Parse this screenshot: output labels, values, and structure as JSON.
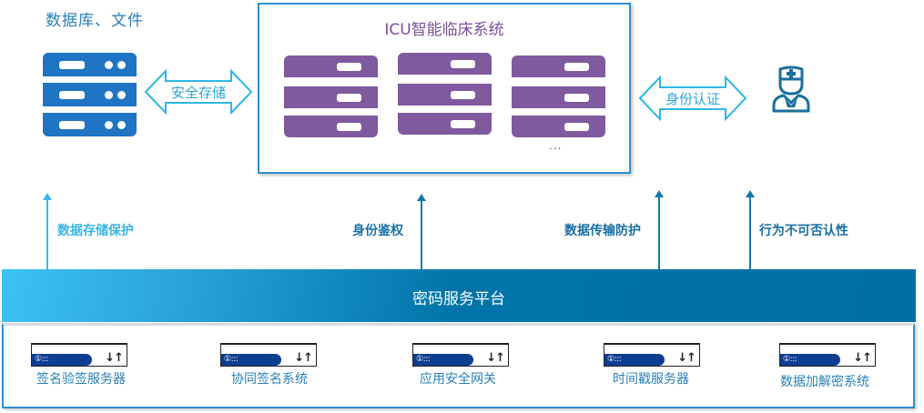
{
  "diagram": {
    "database": {
      "label": "数据库、文件",
      "icon": "server-stack-icon",
      "color": "#1f74c4"
    },
    "storage_arrow": {
      "label": "安全存储",
      "icon": "double-arrow-icon",
      "color": "#2aa6dc"
    },
    "icu_system": {
      "title": "ICU智能临床系统",
      "servers": [
        "server-1",
        "server-2",
        "server-3"
      ],
      "more": "...",
      "color": "#7f5a9e"
    },
    "auth_arrow": {
      "label": "身份认证",
      "icon": "double-arrow-icon",
      "color": "#2aa6dc"
    },
    "user": {
      "icon": "doctor-icon",
      "color": "#1a6f9c"
    },
    "flows": [
      {
        "label": "数据存储保护",
        "color": "#3ab5e8"
      },
      {
        "label": "身份鉴权",
        "color": "#1a6fa6"
      },
      {
        "label": "数据传输防护",
        "color": "#1a6fa6"
      },
      {
        "label": "行为不可否认性",
        "color": "#1a6fa6"
      }
    ],
    "platform": {
      "title": "密码服务平台",
      "gradient": [
        "#3cc2f4",
        "#0070a3"
      ]
    },
    "services": [
      {
        "name": "签名验签服务器",
        "logo": "①:::",
        "arrows": "↓↑"
      },
      {
        "name": "协同签名系统",
        "logo": "①:::",
        "arrows": "↓↑"
      },
      {
        "name": "应用安全网关",
        "logo": "①:::",
        "arrows": "↓↑"
      },
      {
        "name": "时间戳服务器",
        "logo": "①:::",
        "arrows": "↓↑"
      },
      {
        "name": "数据加解密系统",
        "logo": "①:::",
        "arrows": "↓↑"
      }
    ]
  }
}
